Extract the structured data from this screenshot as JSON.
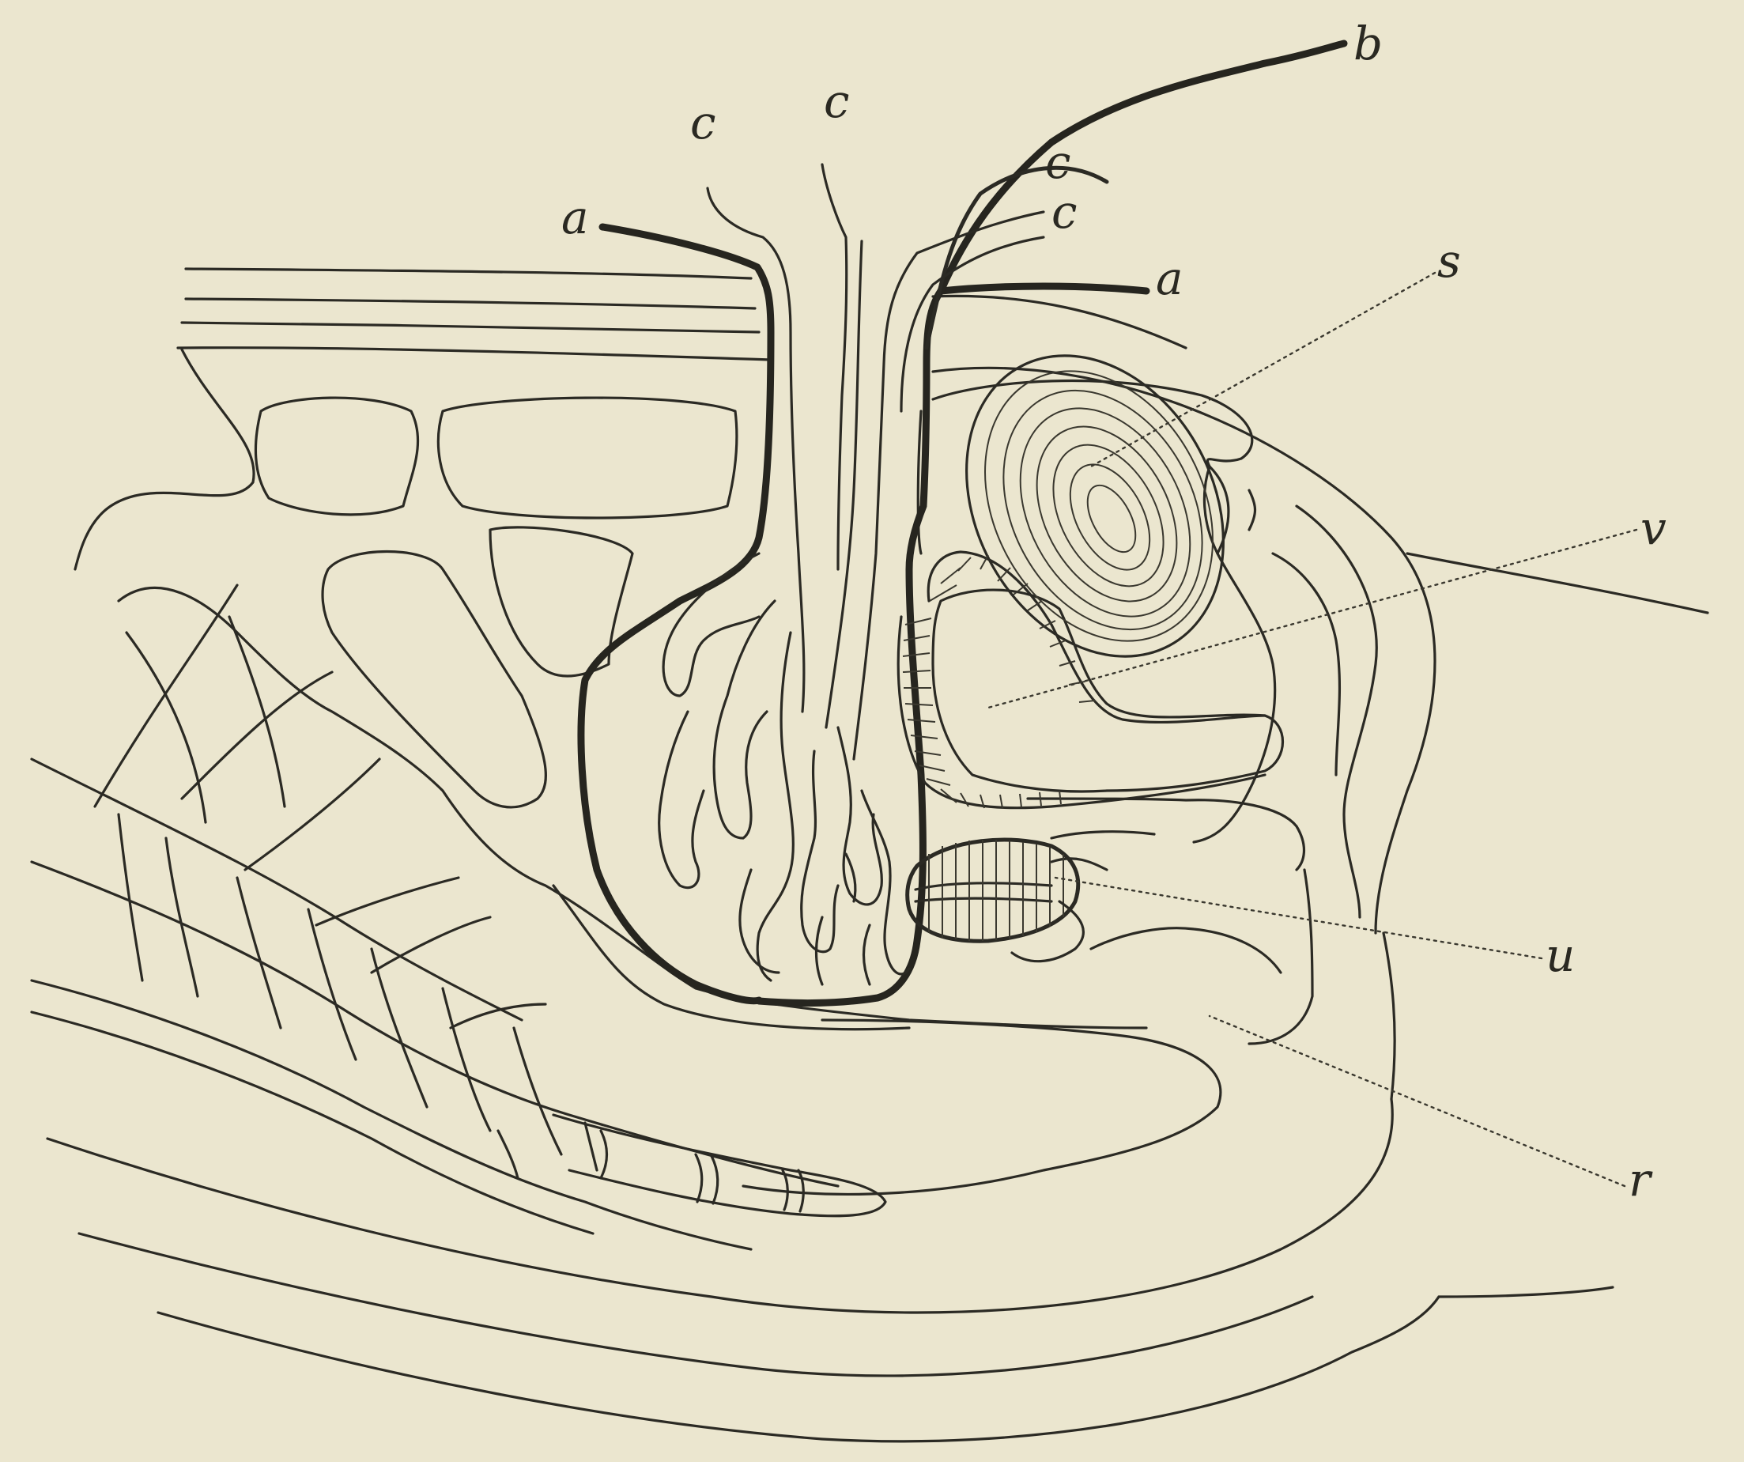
{
  "labels": {
    "b": "b",
    "c1": "c",
    "c2": "c",
    "c3": "c",
    "c4": "c",
    "a_left": "a",
    "a_right": "a",
    "s": "s",
    "v": "v",
    "u": "u",
    "r": "r"
  },
  "colors": {
    "paper": "#ebe6cf",
    "ink": "#2b2a24"
  }
}
